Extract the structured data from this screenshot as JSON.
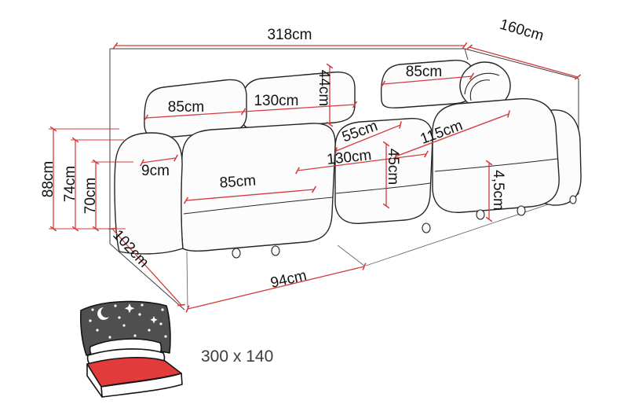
{
  "diagram": {
    "type": "corner-sofa-dimension-drawing",
    "labels": {
      "total_width": "318cm",
      "total_depth": "160cm",
      "height_total": "88cm",
      "height_armrest": "74cm",
      "height_seatback": "70cm",
      "back_cushion_left_width": "85cm",
      "back_cushion_middle_width": "130cm",
      "back_cushion_height": "44cm",
      "back_cushion_right_width": "85cm",
      "seat_depth": "55cm",
      "chaise_depth": "115cm",
      "armrest_width": "9cm",
      "seat_left_width": "85cm",
      "seat_middle_width": "130cm",
      "seat_height": "45cm",
      "leg_height": "4,5cm",
      "side_depth": "102cm",
      "front_edge_width": "94cm"
    },
    "sleeping_function": {
      "size": "300 x 140"
    },
    "colors": {
      "dimension_red": "#d43b3b",
      "outline_black": "#222222",
      "icon_dark_gray": "#4f4f4f",
      "icon_red": "#e23b3b"
    }
  }
}
